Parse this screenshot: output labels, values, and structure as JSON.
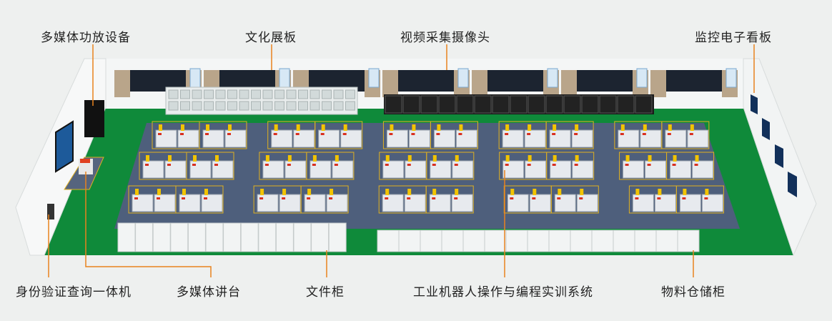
{
  "labels": {
    "top": [
      "多媒体功放设备",
      "文化展板",
      "视频采集摄像头",
      "监控电子看板"
    ],
    "bottom": [
      "身份验证查询一体机",
      "多媒体讲台",
      "文件柜",
      "工业机器人操作与编程实训系统",
      "物料仓储柜"
    ]
  },
  "colors": {
    "leader": "#e8821e",
    "floor": "#0f8a3a",
    "work_area": "#4e5f7c",
    "boundary": "#e0b020",
    "background": "#eef0ef"
  }
}
